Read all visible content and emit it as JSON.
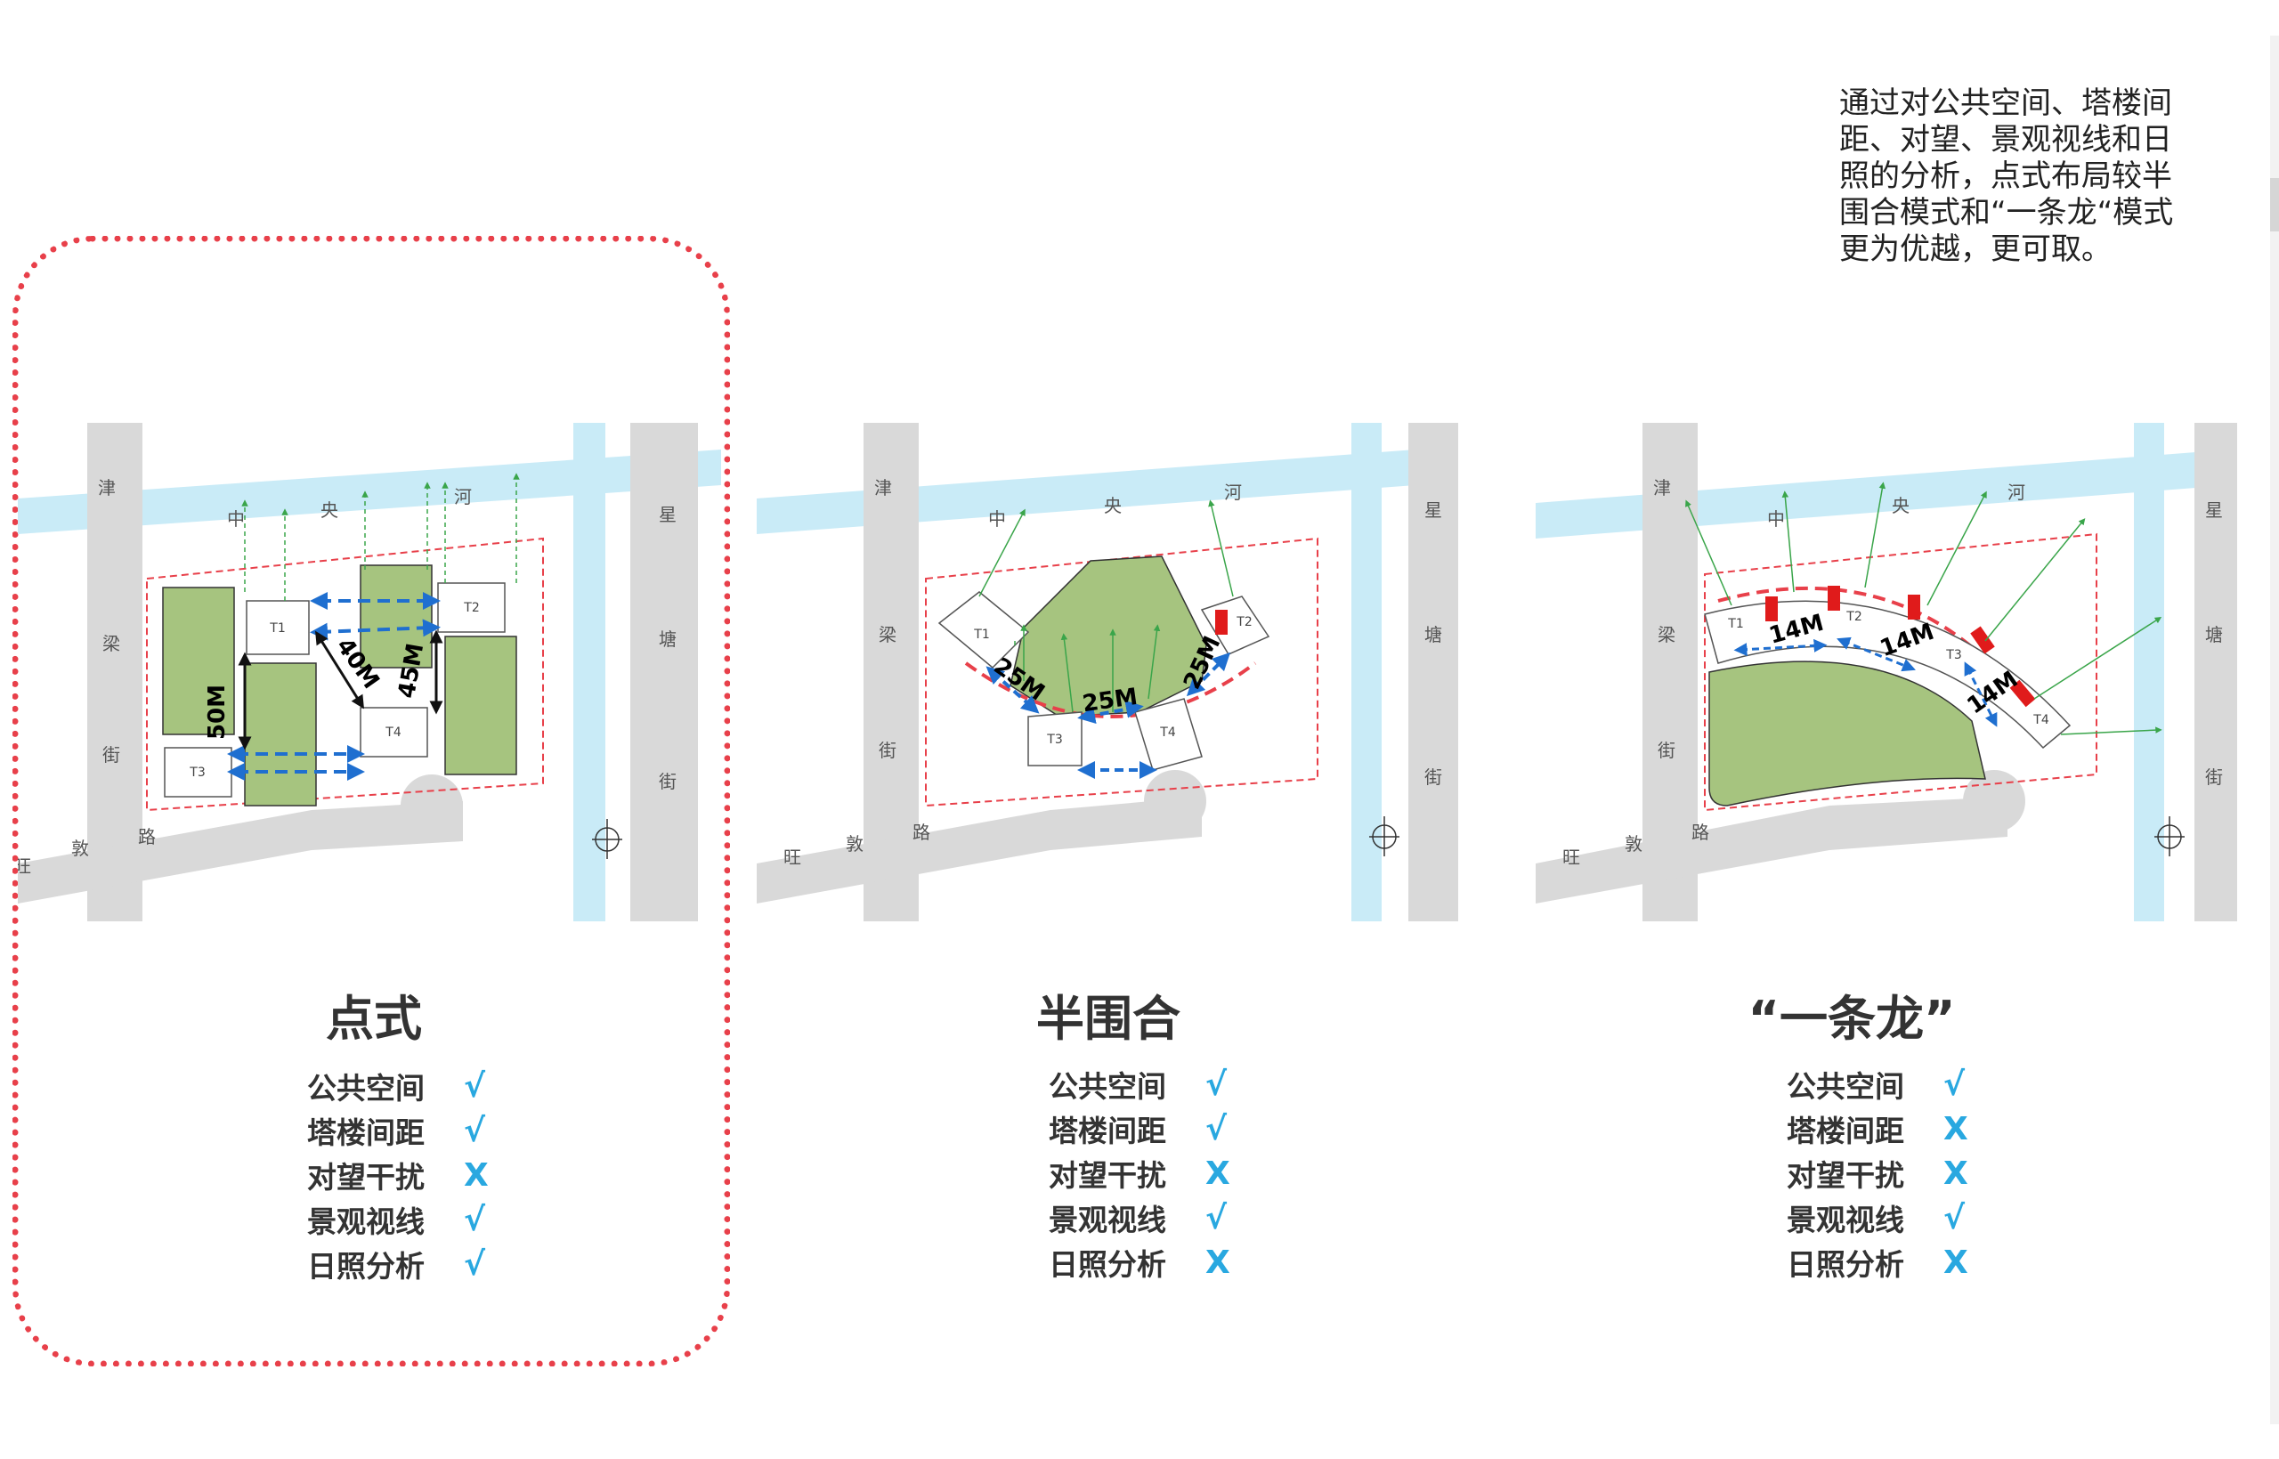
{
  "note": "通过对公共空间、塔楼间距、对望、景观视线和日照的分析，点式布局较半围合模式和“一条龙“模式更为优越，更可取。",
  "colors": {
    "accent_mark": "#29a8e0",
    "highlight_border": "#e8404a",
    "green_space": "#a6c47f",
    "river": "#c9ebf7",
    "road": "#d9d9d9"
  },
  "streets": {
    "north_river": [
      "中",
      "央",
      "河"
    ],
    "west_street": [
      "津",
      "梁",
      "街"
    ],
    "east_street": [
      "星",
      "塘",
      "街"
    ],
    "south_road": [
      "旺",
      "敦",
      "路"
    ]
  },
  "layouts": [
    {
      "title": "点式",
      "towers": [
        "T1",
        "T2",
        "T3",
        "T4"
      ],
      "distances": [
        "50M",
        "40M",
        "45M"
      ],
      "criteria": [
        {
          "label": "公共空间",
          "mark": "√"
        },
        {
          "label": "塔楼间距",
          "mark": "√"
        },
        {
          "label": "对望干扰",
          "mark": "X"
        },
        {
          "label": "景观视线",
          "mark": "√"
        },
        {
          "label": "日照分析",
          "mark": "√"
        }
      ]
    },
    {
      "title": "半围合",
      "towers": [
        "T1",
        "T2",
        "T3",
        "T4"
      ],
      "distances": [
        "25M",
        "25M",
        "25M"
      ],
      "criteria": [
        {
          "label": "公共空间",
          "mark": "√"
        },
        {
          "label": "塔楼间距",
          "mark": "√"
        },
        {
          "label": "对望干扰",
          "mark": "X"
        },
        {
          "label": "景观视线",
          "mark": "√"
        },
        {
          "label": "日照分析",
          "mark": "X"
        }
      ]
    },
    {
      "title": "“一条龙”",
      "towers": [
        "T1",
        "T2",
        "T3",
        "T4"
      ],
      "distances": [
        "14M",
        "14M",
        "14M"
      ],
      "criteria": [
        {
          "label": "公共空间",
          "mark": "√"
        },
        {
          "label": "塔楼间距",
          "mark": "X"
        },
        {
          "label": "对望干扰",
          "mark": "X"
        },
        {
          "label": "景观视线",
          "mark": "√"
        },
        {
          "label": "日照分析",
          "mark": "X"
        }
      ]
    }
  ]
}
